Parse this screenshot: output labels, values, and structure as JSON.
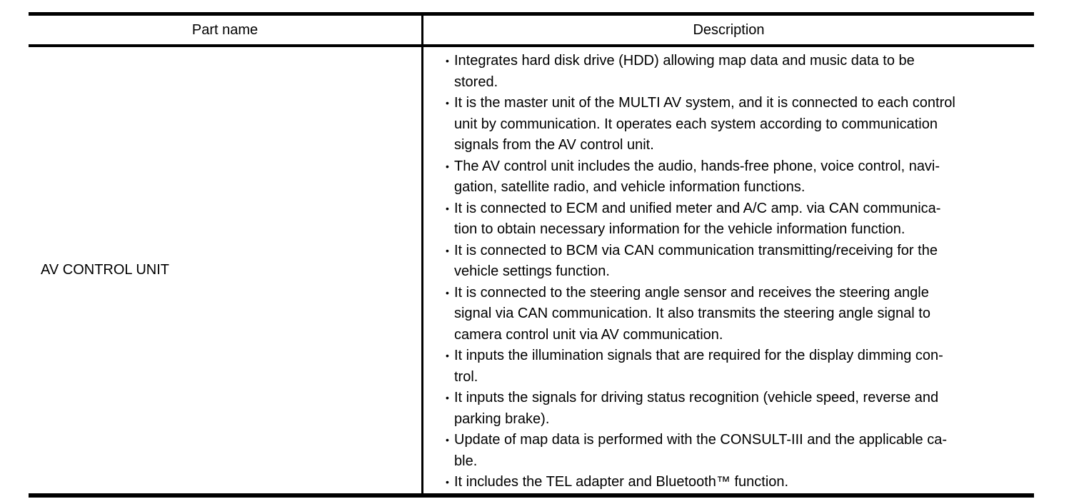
{
  "table": {
    "headers": {
      "part_name": "Part name",
      "description": "Description"
    },
    "bullet_glyph": "•",
    "colors": {
      "border": "#000000",
      "text": "#000000",
      "background": "#ffffff"
    },
    "rows": [
      {
        "part_name": "AV CONTROL UNIT",
        "bullets": [
          "Integrates hard disk drive (HDD) allowing map data and music data to be\nstored.",
          "It is the master unit of the MULTI AV system, and it is connected to each control\nunit by communication. It operates each system according to communication\nsignals from the AV control unit.",
          "The AV control unit includes the audio, hands-free phone, voice control, navi-\ngation, satellite radio, and vehicle information functions.",
          "It is connected to ECM and unified meter and A/C amp. via CAN communica-\ntion to obtain necessary information for the vehicle information function.",
          "It is connected to BCM via CAN communication transmitting/receiving for the\nvehicle settings function.",
          "It is connected to the steering angle sensor and receives the steering angle\nsignal via CAN communication. It also transmits the steering angle signal to\ncamera control unit via AV communication.",
          "It inputs the illumination signals that are required for the display dimming con-\ntrol.",
          "It inputs the signals for driving status recognition (vehicle speed, reverse and\nparking brake).",
          "Update of map data is performed with the CONSULT-III and the applicable ca-\nble.",
          "It includes the TEL adapter and Bluetooth™ function."
        ]
      }
    ]
  }
}
